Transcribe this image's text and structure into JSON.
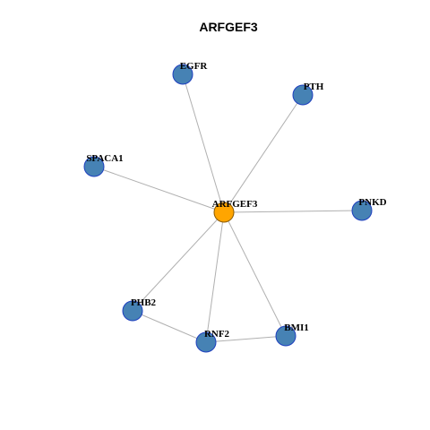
{
  "title": "ARFGEF3",
  "colors": {
    "hub_fill": "#FFA500",
    "hub_stroke": "#8B5A00",
    "node_fill": "#4682B4",
    "node_stroke": "#1E3FBF",
    "edge": "#B0B0B0"
  },
  "nodes": [
    {
      "id": "ARFGEF3",
      "label": "ARFGEF3",
      "hub": true
    },
    {
      "id": "EGFR",
      "label": "EGFR",
      "hub": false
    },
    {
      "id": "PTH",
      "label": "PTH",
      "hub": false
    },
    {
      "id": "SPACA1",
      "label": "SPACA1",
      "hub": false
    },
    {
      "id": "PNKD",
      "label": "PNKD",
      "hub": false
    },
    {
      "id": "PHB2",
      "label": "PHB2",
      "hub": false
    },
    {
      "id": "RNF2",
      "label": "RNF2",
      "hub": false
    },
    {
      "id": "BMI1",
      "label": "BMI1",
      "hub": false
    }
  ],
  "edges": [
    [
      "ARFGEF3",
      "EGFR"
    ],
    [
      "ARFGEF3",
      "PTH"
    ],
    [
      "ARFGEF3",
      "SPACA1"
    ],
    [
      "ARFGEF3",
      "PNKD"
    ],
    [
      "ARFGEF3",
      "PHB2"
    ],
    [
      "ARFGEF3",
      "RNF2"
    ],
    [
      "ARFGEF3",
      "BMI1"
    ],
    [
      "PHB2",
      "RNF2"
    ],
    [
      "RNF2",
      "BMI1"
    ]
  ]
}
